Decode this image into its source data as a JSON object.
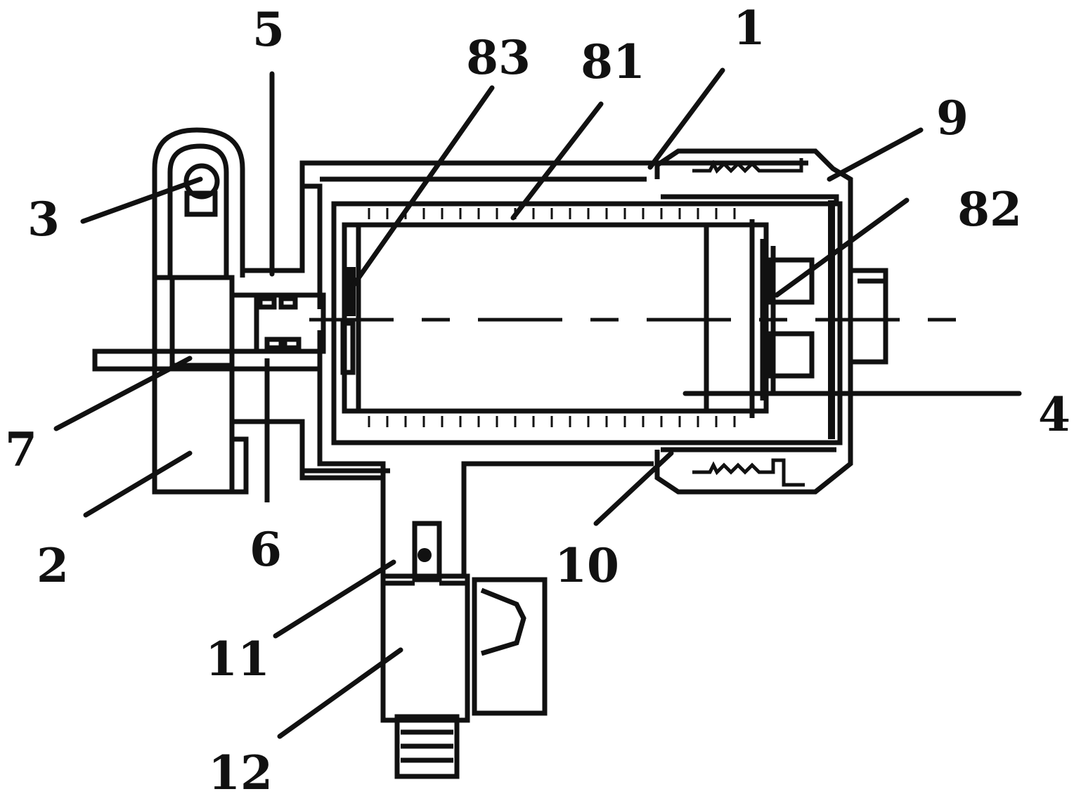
{
  "labels": {
    "l1": "1",
    "l2": "2",
    "l3": "3",
    "l4": "4",
    "l5": "5",
    "l6": "6",
    "l7": "7",
    "l9": "9",
    "l10": "10",
    "l11": "11",
    "l12": "12",
    "l81": "81",
    "l82": "82",
    "l83": "83"
  },
  "colors": {
    "ink": "#111111",
    "background": "#ffffff"
  }
}
